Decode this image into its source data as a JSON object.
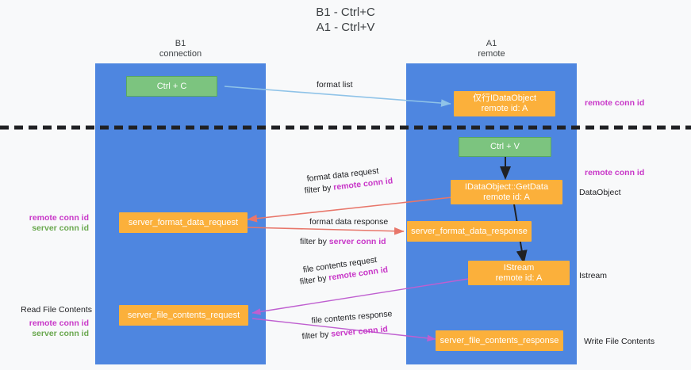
{
  "title_line1": "B1 - Ctrl+C",
  "title_line2": "A1 - Ctrl+V",
  "lanes": [
    {
      "id": "b1",
      "name": "B1",
      "sub": "connection"
    },
    {
      "id": "a1",
      "name": "A1",
      "sub": "remote"
    }
  ],
  "nodes": {
    "ctrl_c": {
      "line1": "Ctrl + C",
      "line2": ""
    },
    "idataobject": {
      "line1": "仅行IDataObject",
      "line2": "remote id: A"
    },
    "ctrl_v": {
      "line1": "Ctrl + V",
      "line2": ""
    },
    "getdata": {
      "line1": "IDataObject::GetData",
      "line2": "remote id: A"
    },
    "server_format_data_request": {
      "line1": "server_format_data_request",
      "line2": ""
    },
    "server_format_data_response": {
      "line1": "server_format_data_response",
      "line2": ""
    },
    "istream": {
      "line1": "IStream",
      "line2": "remote id: A"
    },
    "server_file_contents_request": {
      "line1": "server_file_contents_request",
      "line2": ""
    },
    "server_file_contents_response": {
      "line1": "server_file_contents_response",
      "line2": ""
    }
  },
  "edge_labels": {
    "format_list": "format list",
    "format_data_request": "format data request",
    "format_data_request_filter_prefix": "filter by ",
    "format_data_request_filter_key": "remote conn id",
    "format_data_response": "format data response",
    "format_data_response_filter_prefix": "filter by ",
    "format_data_response_filter_key": "server conn id",
    "file_contents_request": "file contents request",
    "file_contents_request_filter_prefix": "filter by ",
    "file_contents_request_filter_key": "remote conn id",
    "file_contents_response": "file contents response",
    "file_contents_response_filter_prefix": "filter by ",
    "file_contents_response_filter_key": "server conn id"
  },
  "annotations": {
    "right_remote_conn_id_top": "remote conn id",
    "right_remote_conn_id_mid": "remote conn id",
    "right_dataobject": "DataObject",
    "right_istream": "Istream",
    "right_write_file_contents": "Write File Contents",
    "left_remote_conn_id": "remote conn id",
    "left_server_conn_id": "server conn id",
    "left_read_file_contents": "Read File Contents",
    "left_remote_conn_id_2": "remote conn id",
    "left_server_conn_id_2": "server conn id"
  },
  "colors": {
    "lane": "#4e86e0",
    "green_node": "#7cc47f",
    "orange_node": "#fbb03b",
    "magenta": "#c837c8",
    "green_text": "#6aa84f",
    "red_arrow": "#e8766a",
    "blue_arrow": "#8fc3e8",
    "black_arrow": "#202124",
    "background": "#f8f9fa"
  }
}
